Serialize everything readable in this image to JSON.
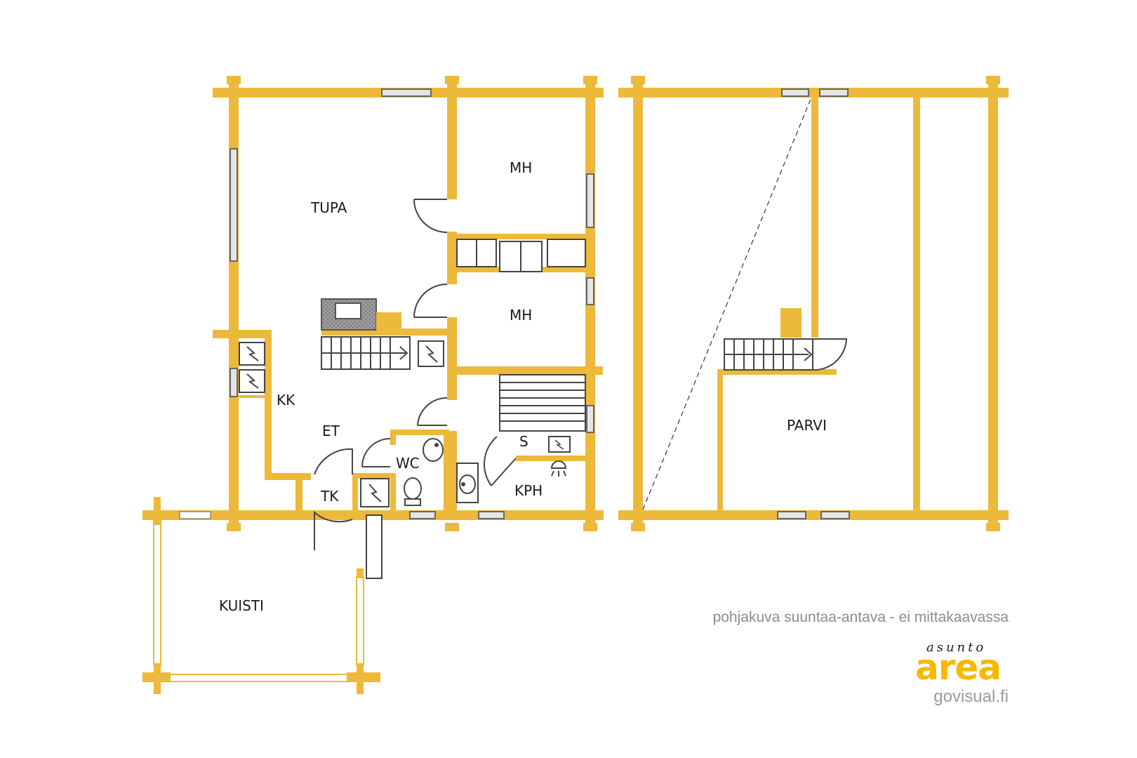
{
  "colors": {
    "wall": "#EDB93A",
    "fixture": "#444444",
    "window_frame": "#666666",
    "window_fill": "#e5e5e5",
    "fireplace": "#888888",
    "logo": "#F6B900"
  },
  "rooms": {
    "tupa": "TUPA",
    "mh_upper": "MH",
    "mh_lower": "MH",
    "kk": "KK",
    "et": "ET",
    "wc": "WC",
    "tk": "TK",
    "s": "S",
    "kph": "KPH",
    "kuisti": "KUISTI",
    "parvi": "PARVI"
  },
  "note": "pohjakuva suuntaa-antava - ei mittakaavassa",
  "brand": {
    "tagline": "asunto",
    "name": "area",
    "url": "govisual.fi"
  },
  "icons": [
    "stove-icon",
    "stove-icon",
    "stove-icon",
    "stove-icon",
    "toilet-icon",
    "sink-icon",
    "shower-icon"
  ]
}
